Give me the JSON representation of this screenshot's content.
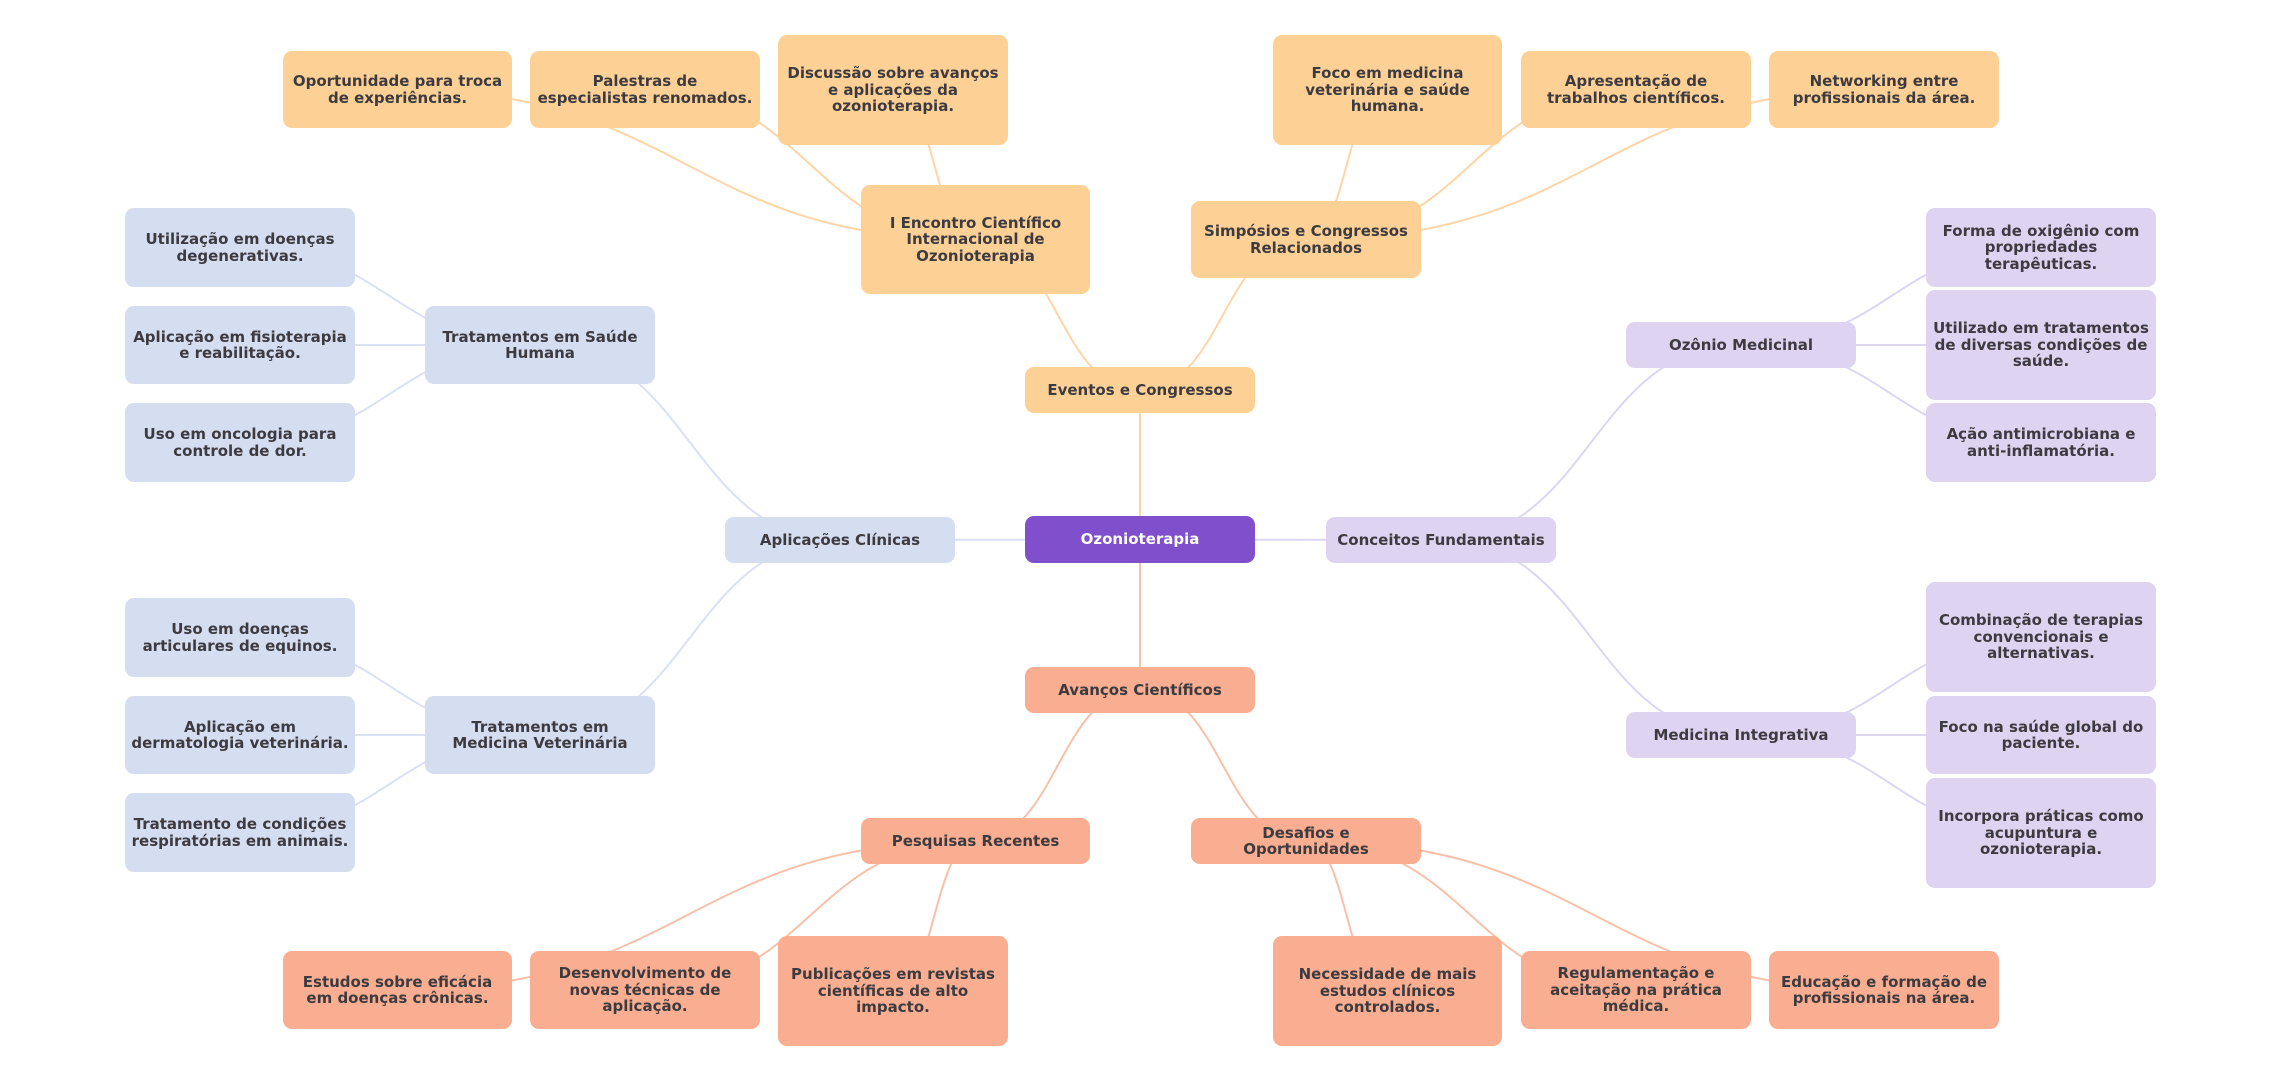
{
  "colors": {
    "root_fill": "#7f4fcc",
    "events_fill": "#fdd196",
    "events_line": "#fdd5a6",
    "advances_fill": "#f9ae91",
    "advances_line": "#f8c0a8",
    "clinical_fill": "#d5ddf1",
    "clinical_line": "#d9e1f3",
    "concepts_fill": "#ded3f1",
    "concepts_line": "#ddd6f3",
    "text": "#3d3b40",
    "root_text": "#ffffff"
  },
  "mindmap": {
    "root": {
      "id": "root",
      "label": "Ozonioterapia"
    },
    "branches": [
      {
        "id": "eventos",
        "label": "Eventos e Congressos",
        "theme": "events",
        "children": [
          {
            "id": "encontro",
            "label": "I Encontro Científico Internacional de Ozonioterapia",
            "children": [
              {
                "id": "oportunidade",
                "label": "Oportunidade para troca de experiências."
              },
              {
                "id": "palestras",
                "label": "Palestras de especialistas renomados."
              },
              {
                "id": "discussao",
                "label": "Discussão sobre avanços e aplicações da ozonioterapia."
              }
            ]
          },
          {
            "id": "simposios",
            "label": "Simpósios e Congressos Relacionados",
            "children": [
              {
                "id": "foco_med",
                "label": "Foco em medicina veterinária e saúde humana."
              },
              {
                "id": "apresentacao",
                "label": "Apresentação de trabalhos científicos."
              },
              {
                "id": "networking",
                "label": "Networking entre profissionais da área."
              }
            ]
          }
        ]
      },
      {
        "id": "aplicacoes",
        "label": "Aplicações Clínicas",
        "theme": "clinical",
        "children": [
          {
            "id": "saude_humana",
            "label": "Tratamentos em Saúde Humana",
            "children": [
              {
                "id": "degenerativas",
                "label": "Utilização em doenças degenerativas."
              },
              {
                "id": "fisioterapia",
                "label": "Aplicação em fisioterapia e reabilitação."
              },
              {
                "id": "oncologia",
                "label": "Uso em oncologia para controle de dor."
              }
            ]
          },
          {
            "id": "veterinaria",
            "label": "Tratamentos em Medicina Veterinária",
            "children": [
              {
                "id": "equinos",
                "label": "Uso em doenças articulares de equinos."
              },
              {
                "id": "dermatologia",
                "label": "Aplicação em dermatologia veterinária."
              },
              {
                "id": "respiratorias",
                "label": "Tratamento de condições respiratórias em animais."
              }
            ]
          }
        ]
      },
      {
        "id": "conceitos",
        "label": "Conceitos Fundamentais",
        "theme": "concepts",
        "children": [
          {
            "id": "ozonio",
            "label": "Ozônio Medicinal",
            "children": [
              {
                "id": "forma",
                "label": "Forma de oxigênio com propriedades terapêuticas."
              },
              {
                "id": "utilizado",
                "label": "Utilizado em tratamentos de diversas condições de saúde."
              },
              {
                "id": "acao",
                "label": "Ação antimicrobiana e anti-inflamatória."
              }
            ]
          },
          {
            "id": "integrativa",
            "label": "Medicina Integrativa",
            "children": [
              {
                "id": "combinacao",
                "label": "Combinação de terapias convencionais e alternativas."
              },
              {
                "id": "foco_saude",
                "label": "Foco na saúde global do paciente."
              },
              {
                "id": "incorpora",
                "label": "Incorpora práticas como acupuntura e ozonioterapia."
              }
            ]
          }
        ]
      },
      {
        "id": "avancos",
        "label": "Avanços Científicos",
        "theme": "advances",
        "children": [
          {
            "id": "pesquisas",
            "label": "Pesquisas Recentes",
            "children": [
              {
                "id": "estudos",
                "label": "Estudos sobre eficácia em doenças crônicas."
              },
              {
                "id": "desenvolvimento",
                "label": "Desenvolvimento de novas técnicas de aplicação."
              },
              {
                "id": "publicacoes",
                "label": "Publicações em revistas científicas de alto impacto."
              }
            ]
          },
          {
            "id": "desafios",
            "label": "Desafios e Oportunidades",
            "children": [
              {
                "id": "necessidade",
                "label": "Necessidade de mais estudos clínicos controlados."
              },
              {
                "id": "regulamentacao",
                "label": "Regulamentação e aceitação na prática médica."
              },
              {
                "id": "educacao",
                "label": "Educação e formação de profissionais na área."
              }
            ]
          }
        ]
      }
    ]
  }
}
